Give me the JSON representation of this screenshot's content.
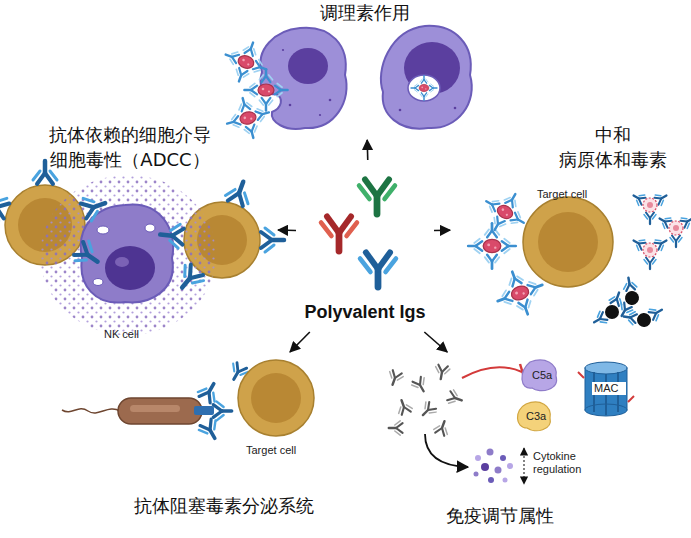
{
  "diagram": {
    "nodes": [
      {
        "text": [
          "调理素作用"
        ]
      },
      {
        "text": [
          "抗体依赖的细胞介导 细胞毒性（ADCC）"
        ]
      },
      {
        "text": [
          "中和 病原体和毒素"
        ]
      },
      {
        "text": [
          "Polyvalent Igs"
        ]
      },
      {
        "text": [
          "抗体阻塞毒素分泌系统"
        ]
      },
      {
        "text": [
          "免疫调节属性"
        ]
      }
    ],
    "edges": [
      {
        "from": 3,
        "to": 0,
        "arrow": "to"
      },
      {
        "from": 3,
        "to": 1,
        "arrow": "to"
      },
      {
        "from": 3,
        "to": 2,
        "arrow": "to"
      },
      {
        "from": 3,
        "to": 4,
        "arrow": "to"
      },
      {
        "from": 3,
        "to": 5,
        "arrow": "to"
      }
    ],
    "labels": [
      "Target cell",
      "NK cell",
      "Target cell",
      "C5a",
      "C3a",
      "MAC",
      "Cytokine regulation"
    ]
  }
}
